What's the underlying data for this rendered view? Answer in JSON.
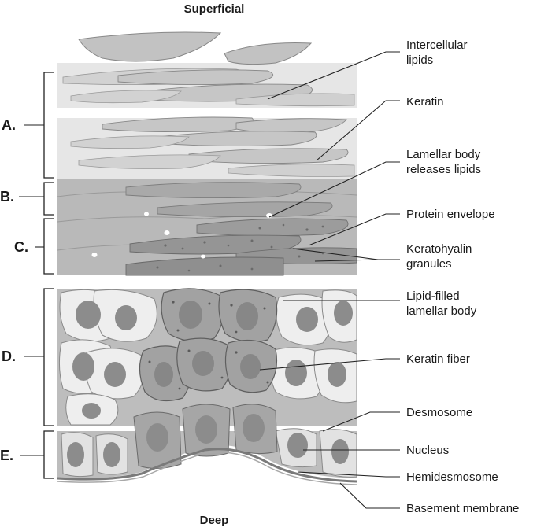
{
  "orientation": {
    "top": "Superficial",
    "bottom": "Deep"
  },
  "layers": [
    {
      "letter": "A."
    },
    {
      "letter": "B."
    },
    {
      "letter": "C."
    },
    {
      "letter": "D."
    },
    {
      "letter": "E."
    }
  ],
  "labels": [
    {
      "lines": [
        "Intercellular",
        "lipids"
      ]
    },
    {
      "lines": [
        "Keratin"
      ]
    },
    {
      "lines": [
        "Lamellar body",
        "releases lipids"
      ]
    },
    {
      "lines": [
        "Protein envelope"
      ]
    },
    {
      "lines": [
        "Keratohyalin",
        "granules"
      ]
    },
    {
      "lines": [
        "Lipid-filled",
        "lamellar body"
      ]
    },
    {
      "lines": [
        "Keratin fiber"
      ]
    },
    {
      "lines": [
        "Desmosome"
      ]
    },
    {
      "lines": [
        "Nucleus"
      ]
    },
    {
      "lines": [
        "Hemidesmosome"
      ]
    },
    {
      "lines": [
        "Basement membrane"
      ]
    }
  ],
  "colors": {
    "flat_cell": "#c4c4c4",
    "flat_cell_edge": "#8a8a8a",
    "layer_bg": "#e4e4e4",
    "granular_bg": "#b8b8b8",
    "cell_wall": "#efefef",
    "nucleus": "#8e8e8e",
    "dark_cell": "#9a9a9a"
  }
}
